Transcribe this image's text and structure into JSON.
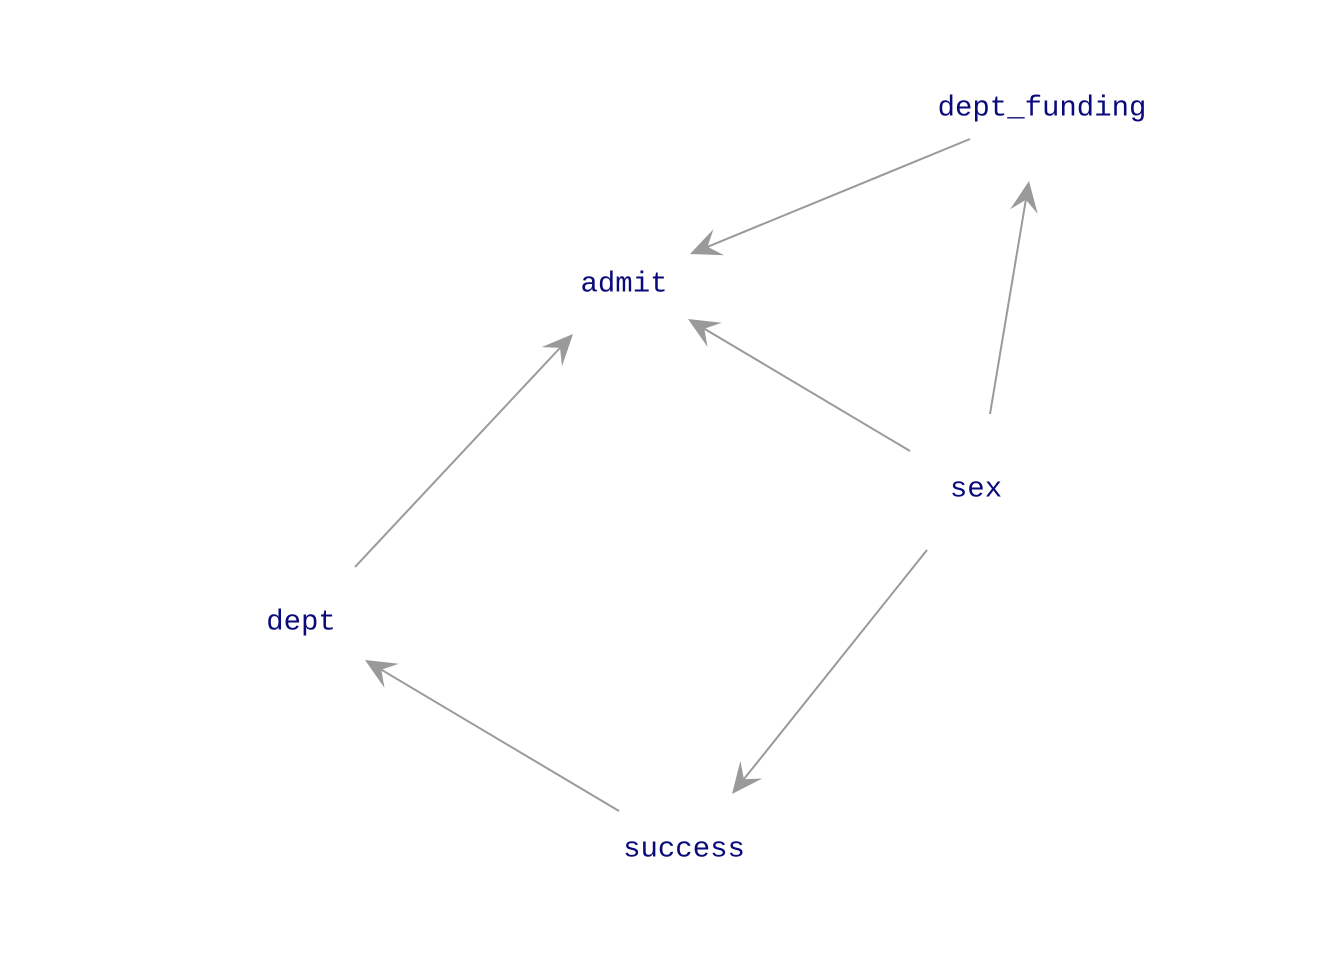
{
  "dag": {
    "node_color": "#0a0a7a",
    "edge_color": "#9a9a9a",
    "nodes": [
      {
        "id": "dept_funding",
        "label": "dept_funding"
      },
      {
        "id": "admit",
        "label": "admit"
      },
      {
        "id": "sex",
        "label": "sex"
      },
      {
        "id": "dept",
        "label": "dept"
      },
      {
        "id": "success",
        "label": "success"
      }
    ],
    "edges": [
      {
        "from": "dept_funding",
        "to": "admit"
      },
      {
        "from": "sex",
        "to": "admit"
      },
      {
        "from": "sex",
        "to": "dept_funding"
      },
      {
        "from": "dept",
        "to": "admit"
      },
      {
        "from": "sex",
        "to": "success"
      },
      {
        "from": "success",
        "to": "dept"
      }
    ]
  }
}
